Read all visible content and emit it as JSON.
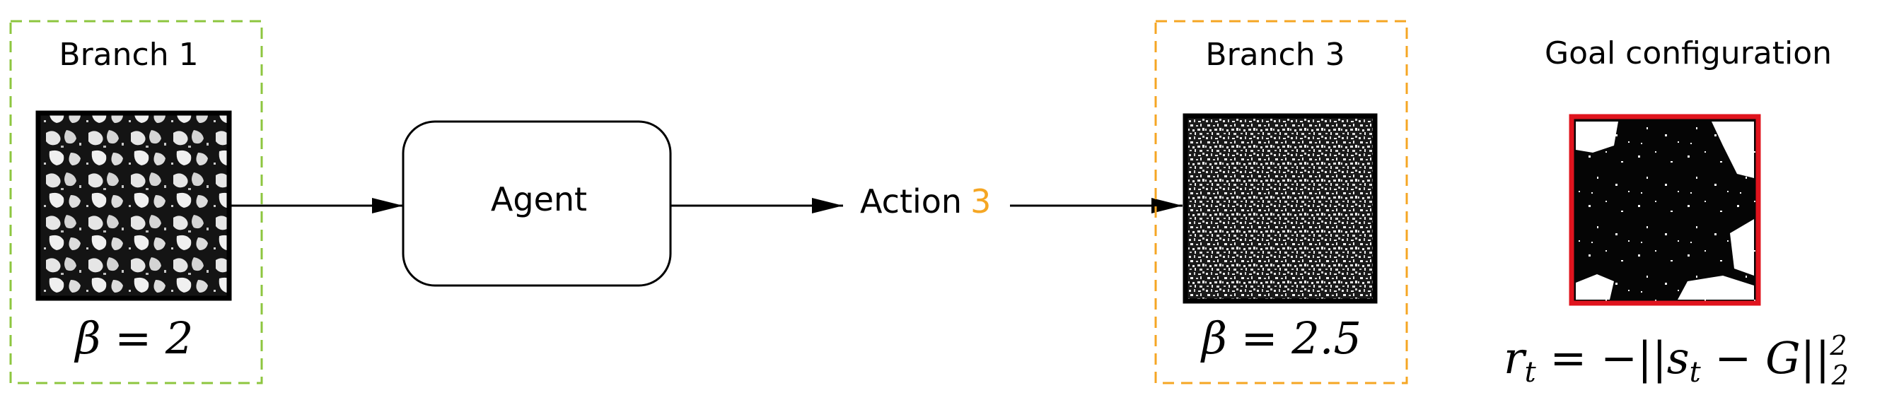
{
  "branch1": {
    "title": "Branch 1",
    "beta_label": "β = 2",
    "color": "#8dc63f"
  },
  "agent": {
    "label": "Agent"
  },
  "action": {
    "prefix": "Action",
    "number": "3",
    "number_color": "#f5a623"
  },
  "branch3": {
    "title": "Branch 3",
    "beta_label": "β = 2.5",
    "color": "#f5a623"
  },
  "goal": {
    "title": "Goal configuration",
    "border_color": "#e0141e"
  },
  "reward": {
    "label": "r",
    "sub_t": "t",
    "eq": " = −||s",
    "sub_t2": "t",
    "minus_g": " − G||",
    "sup": "2",
    "sub_2": "2"
  }
}
